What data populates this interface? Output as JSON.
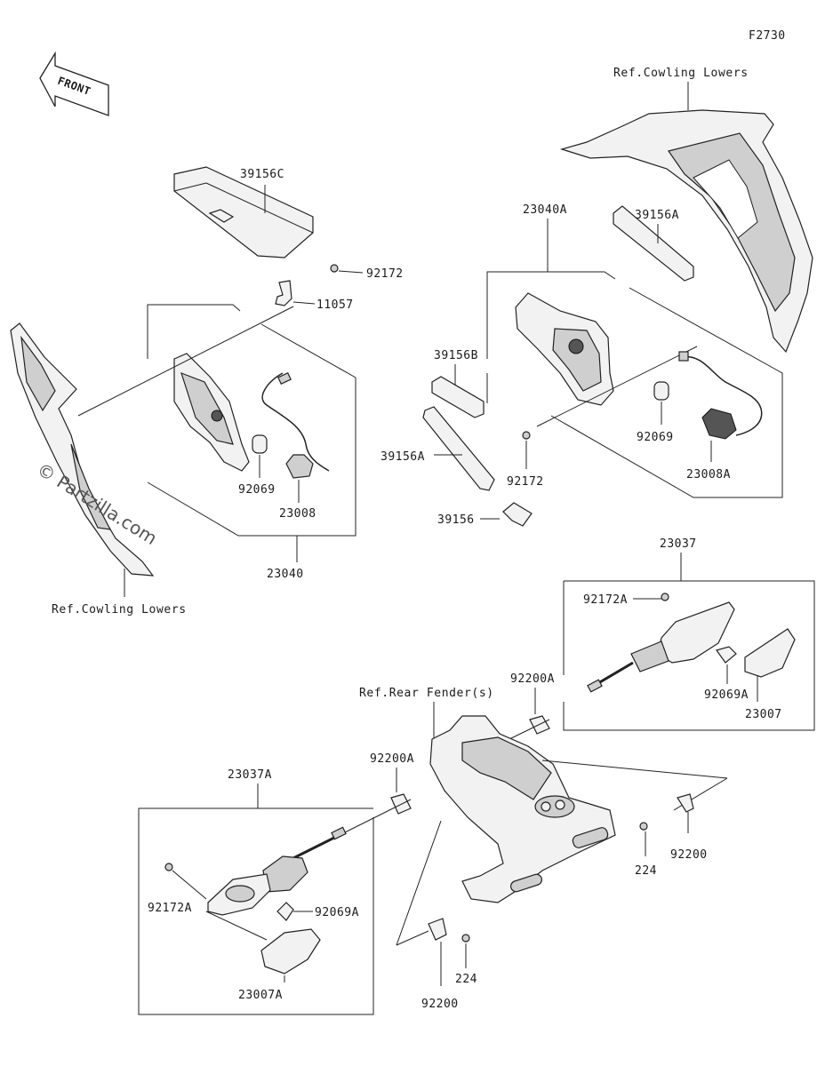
{
  "figure_code": "F2730",
  "front_arrow_label": "FRONT",
  "watermark": "© Partzilla.com",
  "refs": {
    "cowling_lowers_right": "Ref.Cowling Lowers",
    "cowling_lowers_left": "Ref.Cowling Lowers",
    "rear_fenders": "Ref.Rear Fender(s)"
  },
  "labels": {
    "p39156C": "39156C",
    "p92172_top": "92172",
    "p11057": "11057",
    "p92069_left": "92069",
    "p23008": "23008",
    "p23040": "23040",
    "p23040A": "23040A",
    "p39156A_top": "39156A",
    "p39156B": "39156B",
    "p39156A_mid": "39156A",
    "p39156": "39156",
    "p92172_mid": "92172",
    "p92069_right": "92069",
    "p23008A": "23008A",
    "p23037": "23037",
    "p92172A_right": "92172A",
    "p92069A_right": "92069A",
    "p23007": "23007",
    "p92200A_upper": "92200A",
    "p92200A_lower": "92200A",
    "p23037A": "23037A",
    "p92172A_left": "92172A",
    "p92069A_left": "92069A",
    "p23007A": "23007A",
    "p224_right": "224",
    "p92200_right": "92200",
    "p224_bottom": "224",
    "p92200_bottom": "92200"
  }
}
